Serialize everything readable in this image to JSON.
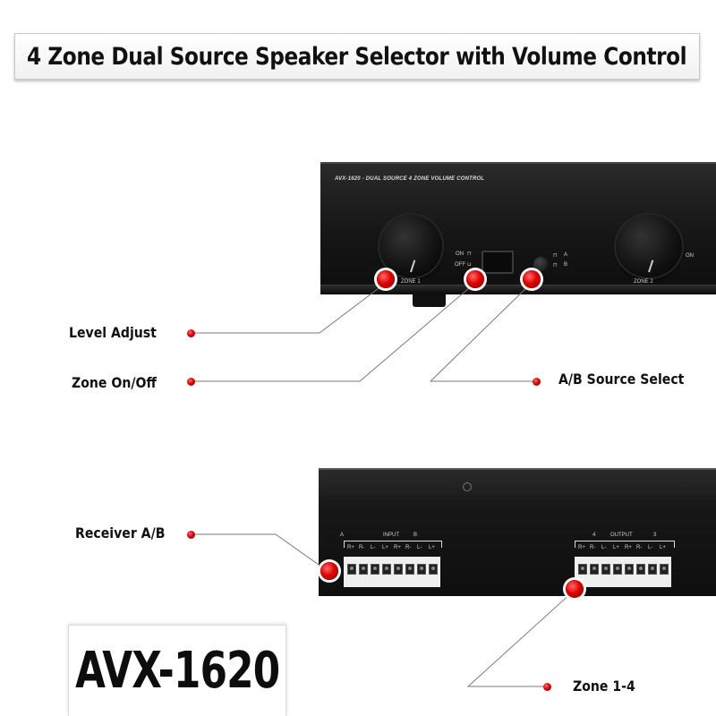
{
  "title": "4 Zone Dual Source Speaker Selector with Volume Control",
  "front_panel": {
    "model_line": "AVX-1620 - DUAL SOURCE 4 ZONE VOLUME CONTROL",
    "zone1_label": "ZONE 1",
    "zone2_label": "ZONE 2",
    "on_label": "ON",
    "off_label": "OFF",
    "source_a_label": "A",
    "source_b_label": "B",
    "zone2_on_label": "ON"
  },
  "rear_panel": {
    "input": {
      "group_label": "INPUT",
      "left_label": "A",
      "right_label": "B",
      "terminals": [
        "R+",
        "R-",
        "L-",
        "L+",
        "R+",
        "R-",
        "L-",
        "L+"
      ]
    },
    "output": {
      "group_label": "OUTPUT",
      "left_label": "4",
      "right_label": "3",
      "terminals": [
        "R+",
        "R-",
        "L-",
        "L+",
        "R+",
        "R-",
        "L-",
        "L+"
      ]
    }
  },
  "callouts": {
    "level_adjust": "Level Adjust",
    "zone_onoff": "Zone On/Off",
    "ab_source_select": "A/B Source Select",
    "receiver_ab": "Receiver A/B",
    "zone_1_4": "Zone 1-4"
  },
  "model_badge": "AVX-1620",
  "colors": {
    "accent_red": "#e00000",
    "panel_black": "#151515",
    "leader_line": "#7a7a7a"
  }
}
